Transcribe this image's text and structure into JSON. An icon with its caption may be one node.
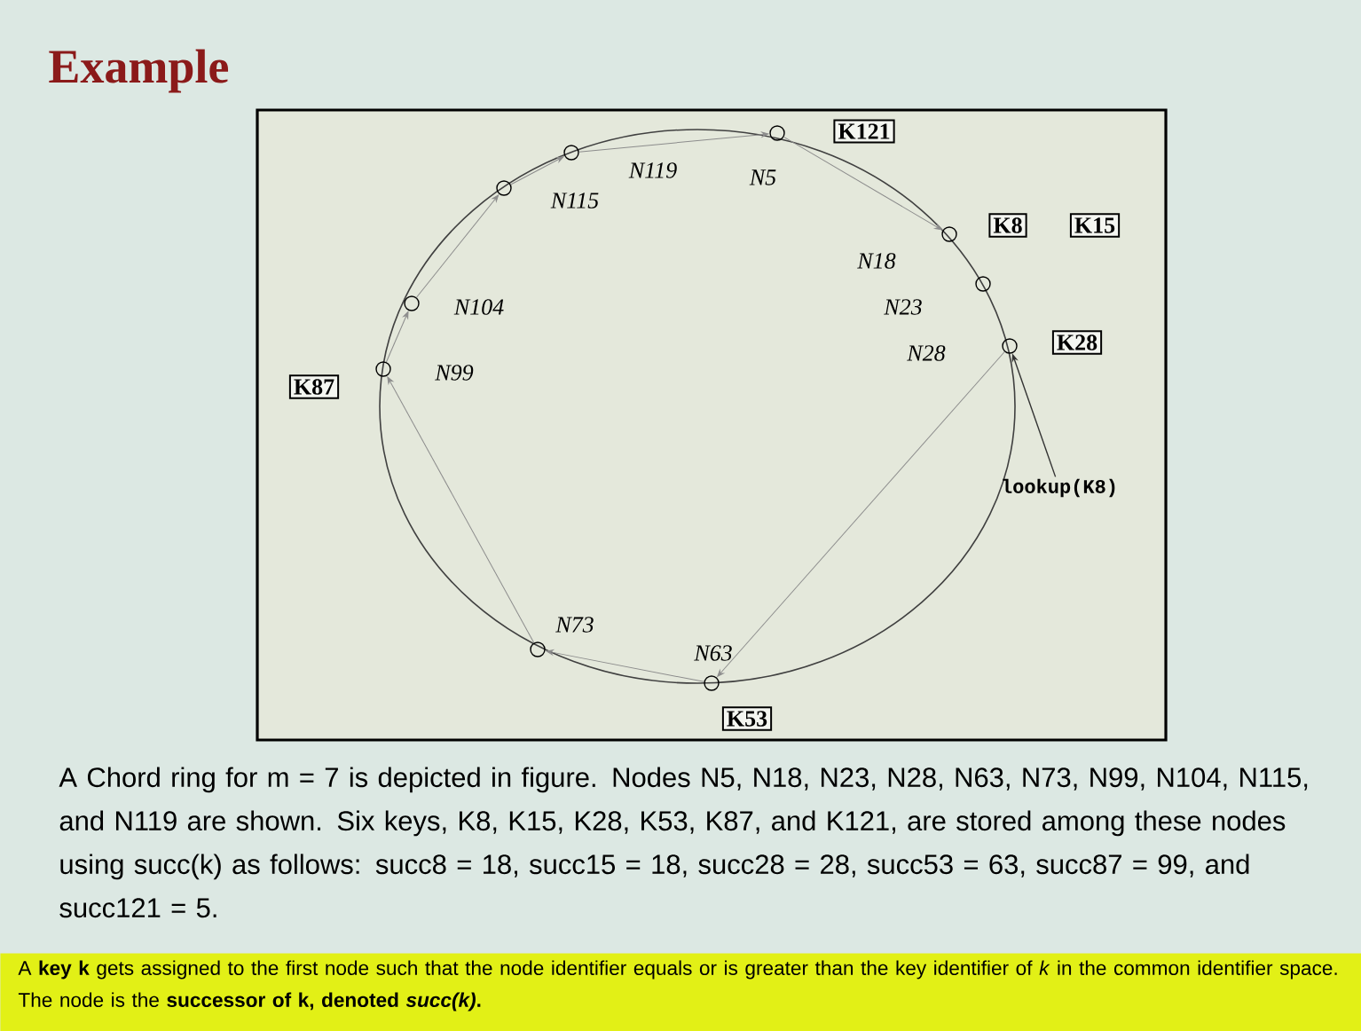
{
  "diagram": {
    "title": "Example",
    "nodes": [
      {
        "text": [
          "K121"
        ]
      },
      {
        "text": [],
        "shape": "circle",
        "beside": [
          "N5"
        ]
      },
      {
        "text": [],
        "shape": "circle",
        "beside": [
          "N119"
        ]
      },
      {
        "text": [],
        "shape": "circle",
        "beside": [
          "N115"
        ]
      },
      {
        "text": [
          "K8"
        ]
      },
      {
        "text": [
          "K15"
        ]
      },
      {
        "text": [],
        "shape": "circle",
        "beside": [
          "N18"
        ]
      },
      {
        "text": [],
        "shape": "circle",
        "beside": [
          "N104"
        ]
      },
      {
        "text": [],
        "shape": "circle",
        "beside": [
          "N23"
        ]
      },
      {
        "text": [],
        "shape": "circle",
        "beside": [
          "N28"
        ]
      },
      {
        "text": [
          "K28"
        ]
      },
      {
        "text": [],
        "shape": "circle",
        "beside": [
          "N99"
        ]
      },
      {
        "text": [
          "K87"
        ]
      },
      {
        "text": [
          "lookup(K8)"
        ]
      },
      {
        "text": [],
        "shape": "circle",
        "beside": [
          "N73"
        ]
      },
      {
        "text": [],
        "shape": "circle",
        "beside": [
          "N63"
        ]
      },
      {
        "text": [
          "K53"
        ]
      }
    ],
    "edges": [
      {
        "from": 13,
        "to": 9,
        "arrow": "to",
        "color": "#333333"
      },
      {
        "from": 9,
        "to": 15,
        "arrow": "to"
      },
      {
        "from": 15,
        "to": 14,
        "arrow": "to"
      },
      {
        "from": 14,
        "to": 11,
        "arrow": "to"
      },
      {
        "from": 11,
        "to": 7,
        "arrow": "to"
      },
      {
        "from": 7,
        "to": 3,
        "arrow": "to"
      },
      {
        "from": 3,
        "to": 2,
        "arrow": "to"
      },
      {
        "from": 2,
        "to": 1,
        "arrow": "to"
      },
      {
        "from": 1,
        "to": 6,
        "arrow": "to"
      }
    ],
    "caption": "A Chord ring for m = 7 is depicted in figure. Nodes N5, N18, N23, N28, N63, N73, N99, N104, N115, and N119 are shown. Six keys, K8, K15, K28, K53, K87, and K121, are stored among these nodes using succ(k) as follows: succ8 = 18, succ15 = 18, succ28 = 28, succ53 = 63, succ87 = 99, and succ121 = 5.",
    "labels": [
      "A **key k** gets assigned to the first node such that the node identifier equals or is greater than the key identifier of *k* in the common identifier space. The node is the **successor of k, denoted *succ(k)*.**"
    ]
  }
}
